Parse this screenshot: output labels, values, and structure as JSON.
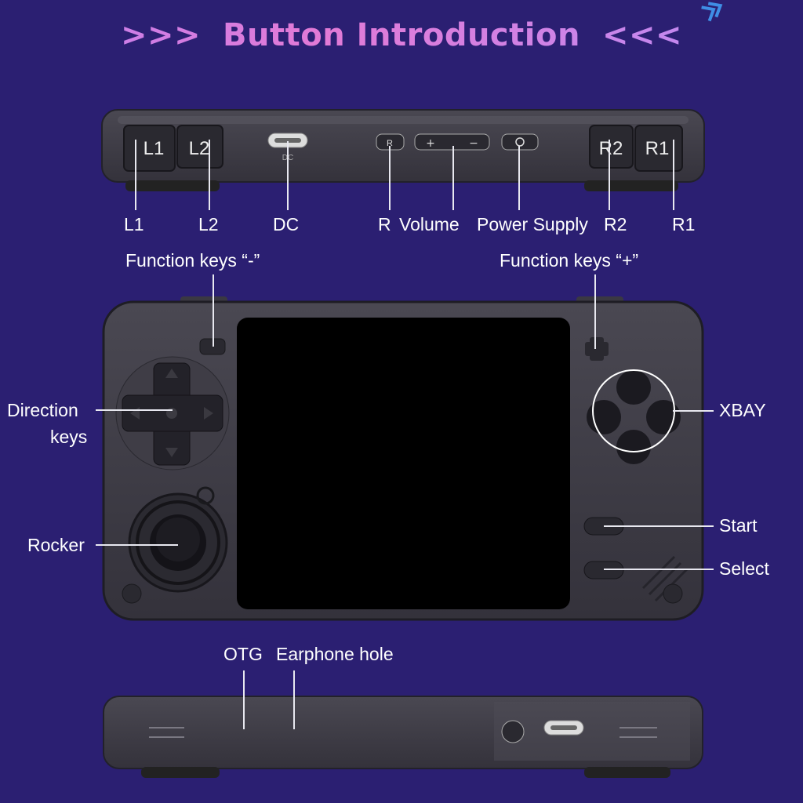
{
  "header": {
    "left_chevrons": ">>>",
    "title": "Button Introduction",
    "right_chevrons": "<<<"
  },
  "top_view": {
    "labels": [
      "L1",
      "L2",
      "DC",
      "R",
      "Volume",
      "Power Supply",
      "R2",
      "R1"
    ],
    "button_marks": {
      "l1": "L1",
      "l2": "L2",
      "r2": "R2",
      "r1": "R1",
      "dc": "DC",
      "r": "R",
      "vol_plus": "+",
      "vol_minus": "−"
    }
  },
  "front_view": {
    "function_minus": "Function keys “-”",
    "function_plus": "Function keys “+”",
    "direction_line1": "Direction",
    "direction_line2": "keys",
    "rocker": "Rocker",
    "xbay": "XBAY",
    "start": "Start",
    "select": "Select"
  },
  "bottom_view": {
    "otg": "OTG",
    "earphone": "Earphone hole"
  },
  "colors": {
    "background": "#2b1f72",
    "device_body": "#3c3a44",
    "screen": "#000000",
    "title_gradient": [
      "#c080f0",
      "#e27ad6",
      "#b98cf7"
    ]
  }
}
